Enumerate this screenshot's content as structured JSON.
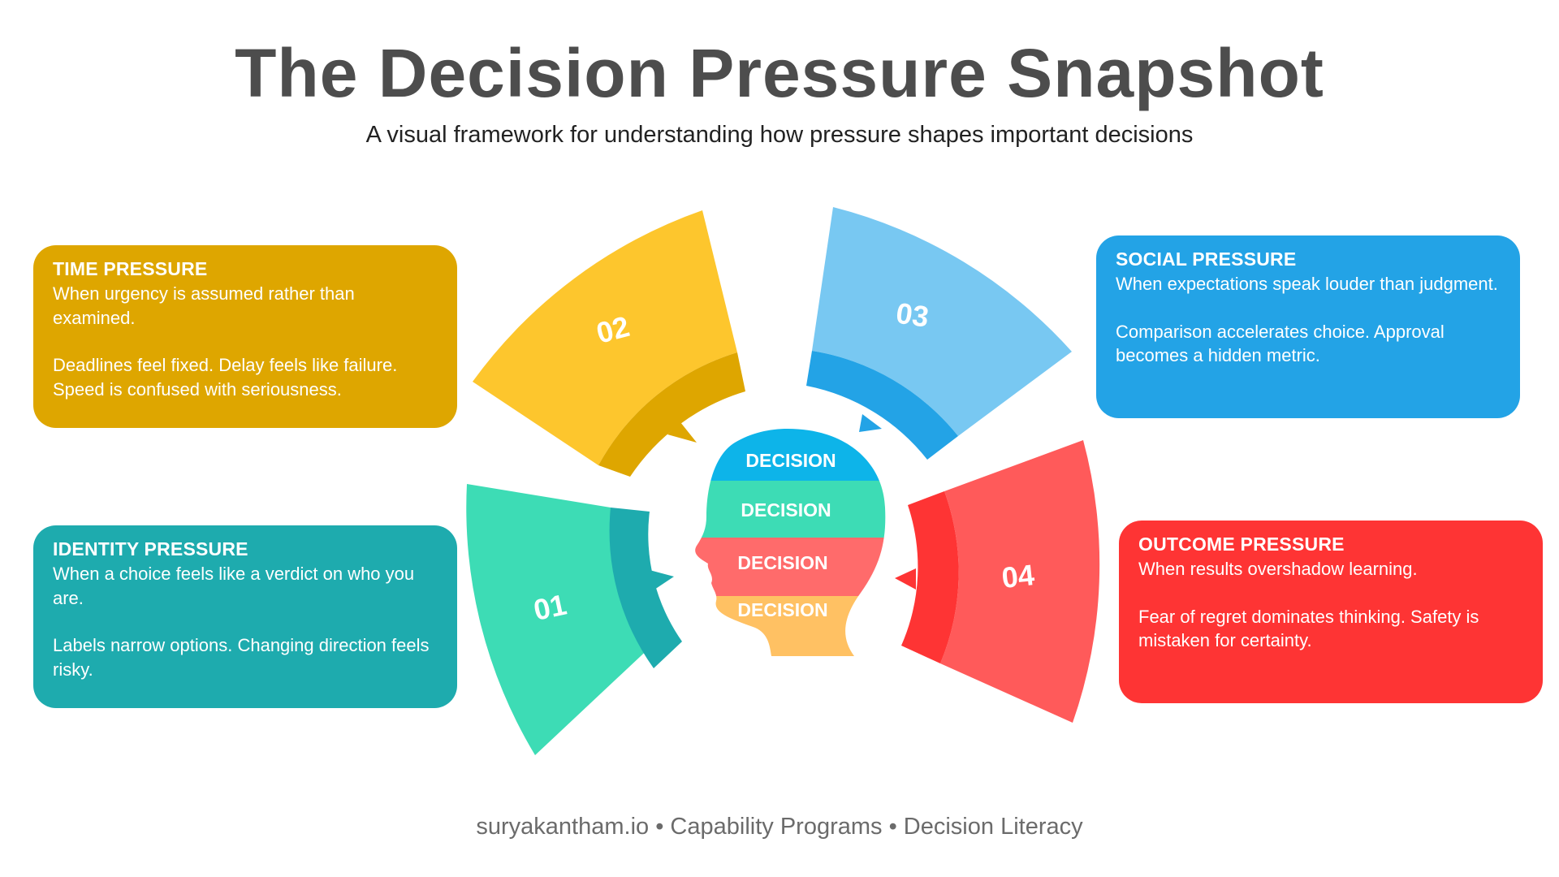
{
  "header": {
    "title": "The Decision Pressure Snapshot",
    "subtitle": "A visual framework for understanding how pressure shapes important decisions"
  },
  "cards": {
    "time": {
      "title": "TIME PRESSURE",
      "line1": "When urgency is assumed rather than examined.",
      "line2": "Deadlines feel fixed. Delay feels like failure. Speed is confused with seriousness."
    },
    "identity": {
      "title": "IDENTITY PRESSURE",
      "line1": "When a choice feels like a verdict on who you are.",
      "line2": "Labels narrow options. Changing direction feels risky."
    },
    "social": {
      "title": "SOCIAL PRESSURE",
      "line1": "When expectations speak louder than judgment.",
      "line2": "Comparison accelerates choice. Approval becomes a hidden metric."
    },
    "outcome": {
      "title": "OUTCOME PRESSURE",
      "line1": "When results overshadow learning.",
      "line2": "Fear of regret dominates thinking. Safety is mistaken for certainty."
    }
  },
  "segments": {
    "s01": "01",
    "s02": "02",
    "s03": "03",
    "s04": "04"
  },
  "head": {
    "band1": "DECISION",
    "band2": "DECISION",
    "band3": "DECISION",
    "band4": "DECISION"
  },
  "footer": {
    "text": "suryakantham.io • Capability Programs • Decision Literacy"
  },
  "colors": {
    "time": "#dea600",
    "time_light": "#fdc62d",
    "identity": "#1eabae",
    "identity_light": "#3ddcb5",
    "social": "#23a3e6",
    "social_light": "#78c8f2",
    "outcome": "#fe3434",
    "outcome_light": "#ff5a5a",
    "head_top": "#0db4e9",
    "head_mid": "#3ddcb5",
    "head_low": "#ff6b6b",
    "head_bottom": "#ffc163"
  }
}
